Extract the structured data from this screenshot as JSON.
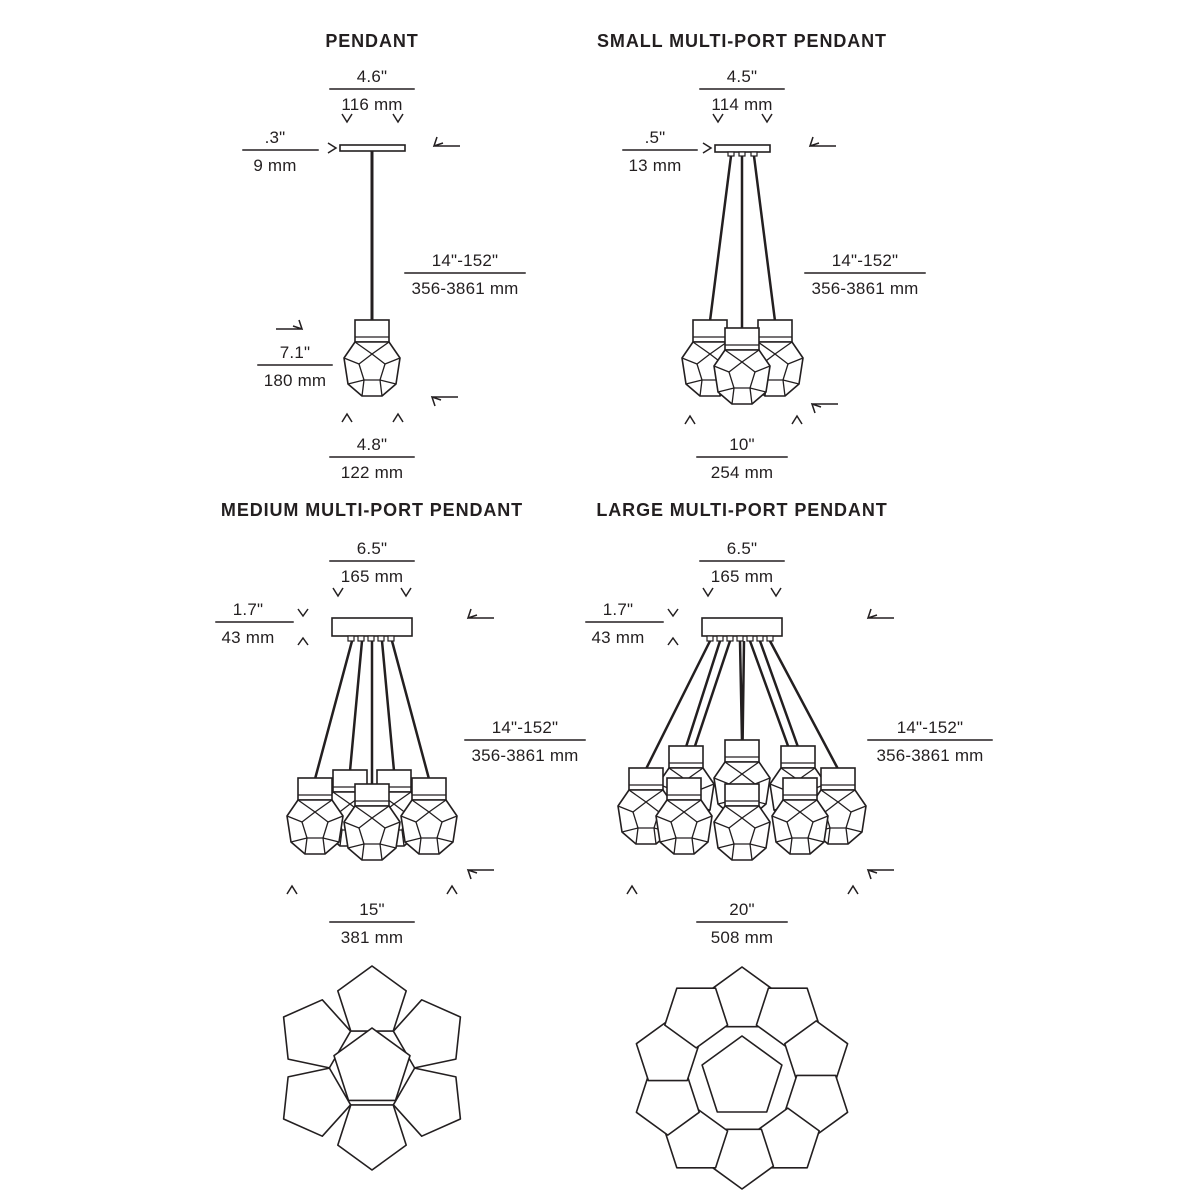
{
  "colors": {
    "ink": "#231f20",
    "background": "#ffffff"
  },
  "pendant": {
    "title": "PENDANT",
    "top_width_in": "4.6\"",
    "top_width_mm": "116 mm",
    "canopy_h_in": ".3\"",
    "canopy_h_mm": "9 mm",
    "drop_in": "14\"-152\"",
    "drop_mm": "356-3861 mm",
    "body_h_in": "7.1\"",
    "body_h_mm": "180 mm",
    "body_w_in": "4.8\"",
    "body_w_mm": "122 mm"
  },
  "small": {
    "title": "SMALL MULTI-PORT PENDANT",
    "top_width_in": "4.5\"",
    "top_width_mm": "114 mm",
    "canopy_h_in": ".5\"",
    "canopy_h_mm": "13 mm",
    "drop_in": "14\"-152\"",
    "drop_mm": "356-3861 mm",
    "spread_in": "10\"",
    "spread_mm": "254 mm"
  },
  "medium": {
    "title": "MEDIUM MULTI-PORT PENDANT",
    "top_width_in": "6.5\"",
    "top_width_mm": "165 mm",
    "canopy_h_in": "1.7\"",
    "canopy_h_mm": "43 mm",
    "drop_in": "14\"-152\"",
    "drop_mm": "356-3861 mm",
    "spread_in": "15\"",
    "spread_mm": "381 mm"
  },
  "large": {
    "title": "LARGE MULTI-PORT PENDANT",
    "top_width_in": "6.5\"",
    "top_width_mm": "165 mm",
    "canopy_h_in": "1.7\"",
    "canopy_h_mm": "43 mm",
    "drop_in": "14\"-152\"",
    "drop_mm": "356-3861 mm",
    "spread_in": "20\"",
    "spread_mm": "508 mm"
  }
}
